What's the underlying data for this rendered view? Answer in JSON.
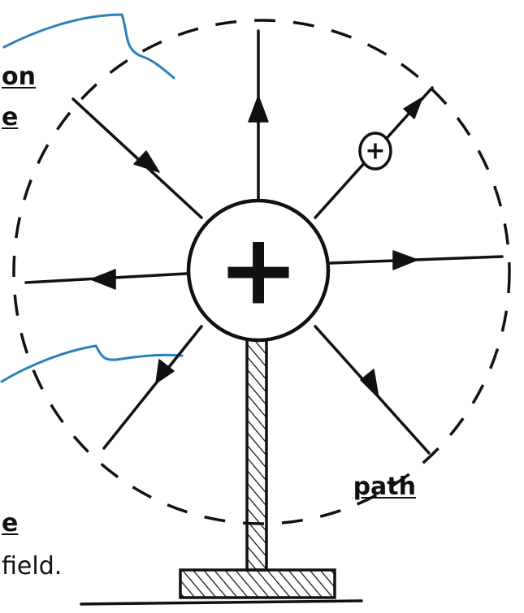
{
  "labels": {
    "on": "on",
    "e_top": "e",
    "path": "path",
    "e_bottom": "e",
    "field": "field."
  },
  "central_charge_symbol": "+",
  "test_charge_symbol": "+",
  "colors": {
    "ink": "#111111",
    "annotation_blue": "#2c7fb8",
    "background": "#ffffff"
  },
  "icons": [
    "positive-charge-sphere",
    "test-positive-charge",
    "insulating-stand",
    "base-block"
  ]
}
